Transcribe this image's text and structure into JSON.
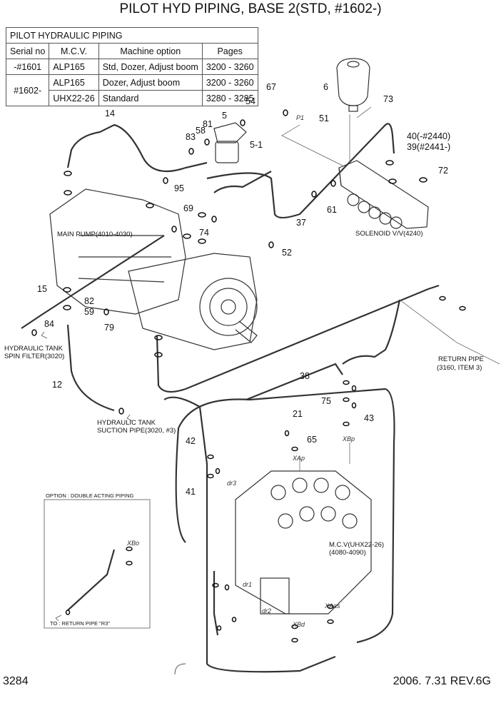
{
  "title": "PILOT HYD PIPING, BASE 2(STD,  #1602-)",
  "table": {
    "header": "PILOT HYDRAULIC PIPING",
    "columns": [
      "Serial no",
      "M.C.V.",
      "Machine option",
      "Pages"
    ],
    "rows": [
      {
        "serial": "-#1601",
        "mcv": "ALP165",
        "option": "Std, Dozer, Adjust boom",
        "pages": "3200 - 3260"
      },
      {
        "serial": "#1602-",
        "mcv": "ALP165",
        "option": "Dozer, Adjust boom",
        "pages": "3200 - 3260"
      },
      {
        "serial": "",
        "mcv": "UHX22-26",
        "option": "Standard",
        "pages": "3280 - 3285"
      }
    ]
  },
  "annotations": {
    "main_pump": "MAIN PUMP(4010-4030)",
    "solenoid": "SOLENOID V/V(4240)",
    "spin_filter_1": "HYDRAULIC TANK",
    "spin_filter_2": "SPIN FILTER(3020)",
    "suction_1": "HYDRAULIC TANK",
    "suction_2": "SUCTION PIPE(3020, #3)",
    "return_1": "RETURN PIPE",
    "return_2": "(3160, ITEM 3)",
    "mcv_1": "M.C.V(UHX22-26)",
    "mcv_2": "(4080-4090)",
    "option_title": "OPTION : DOUBLE ACTING PIPING",
    "option_return": "TO : RETURN PIPE \"R3\"",
    "p1": "P1",
    "xap": "XAp",
    "xbp": "XBp",
    "dr1": "dr1",
    "dr2": "dr2",
    "dr3": "dr3",
    "xbd": "XBd",
    "xaas": "XAas",
    "xbo": "XBo"
  },
  "part_labels": [
    {
      "id": "14",
      "text": "14"
    },
    {
      "id": "5",
      "text": "5"
    },
    {
      "id": "5-1",
      "text": "5-1"
    },
    {
      "id": "54",
      "text": "54"
    },
    {
      "id": "67",
      "text": "67"
    },
    {
      "id": "6",
      "text": "6"
    },
    {
      "id": "73",
      "text": "73"
    },
    {
      "id": "51",
      "text": "51"
    },
    {
      "id": "40",
      "text": "40(-#2440)"
    },
    {
      "id": "39a",
      "text": "39(#2441-)"
    },
    {
      "id": "72",
      "text": "72"
    },
    {
      "id": "37",
      "text": "37"
    },
    {
      "id": "52",
      "text": "52"
    },
    {
      "id": "15",
      "text": "15"
    },
    {
      "id": "82",
      "text": "82"
    },
    {
      "id": "59",
      "text": "59"
    },
    {
      "id": "12",
      "text": "12"
    },
    {
      "id": "42",
      "text": "42"
    },
    {
      "id": "41",
      "text": "41"
    },
    {
      "id": "38",
      "text": "38"
    },
    {
      "id": "43",
      "text": "43"
    },
    {
      "id": "75",
      "text": "75"
    },
    {
      "id": "21",
      "text": "21"
    },
    {
      "id": "65",
      "text": "65"
    },
    {
      "id": "69",
      "text": "69"
    },
    {
      "id": "74",
      "text": "74"
    },
    {
      "id": "58",
      "text": "58"
    },
    {
      "id": "83",
      "text": "83"
    },
    {
      "id": "81",
      "text": "81"
    },
    {
      "id": "84",
      "text": "84"
    },
    {
      "id": "79",
      "text": "79"
    },
    {
      "id": "95",
      "text": "95"
    },
    {
      "id": "61",
      "text": "61"
    }
  ],
  "footer": {
    "page": "3284",
    "date_rev": "2006. 7.31  REV.6G"
  }
}
